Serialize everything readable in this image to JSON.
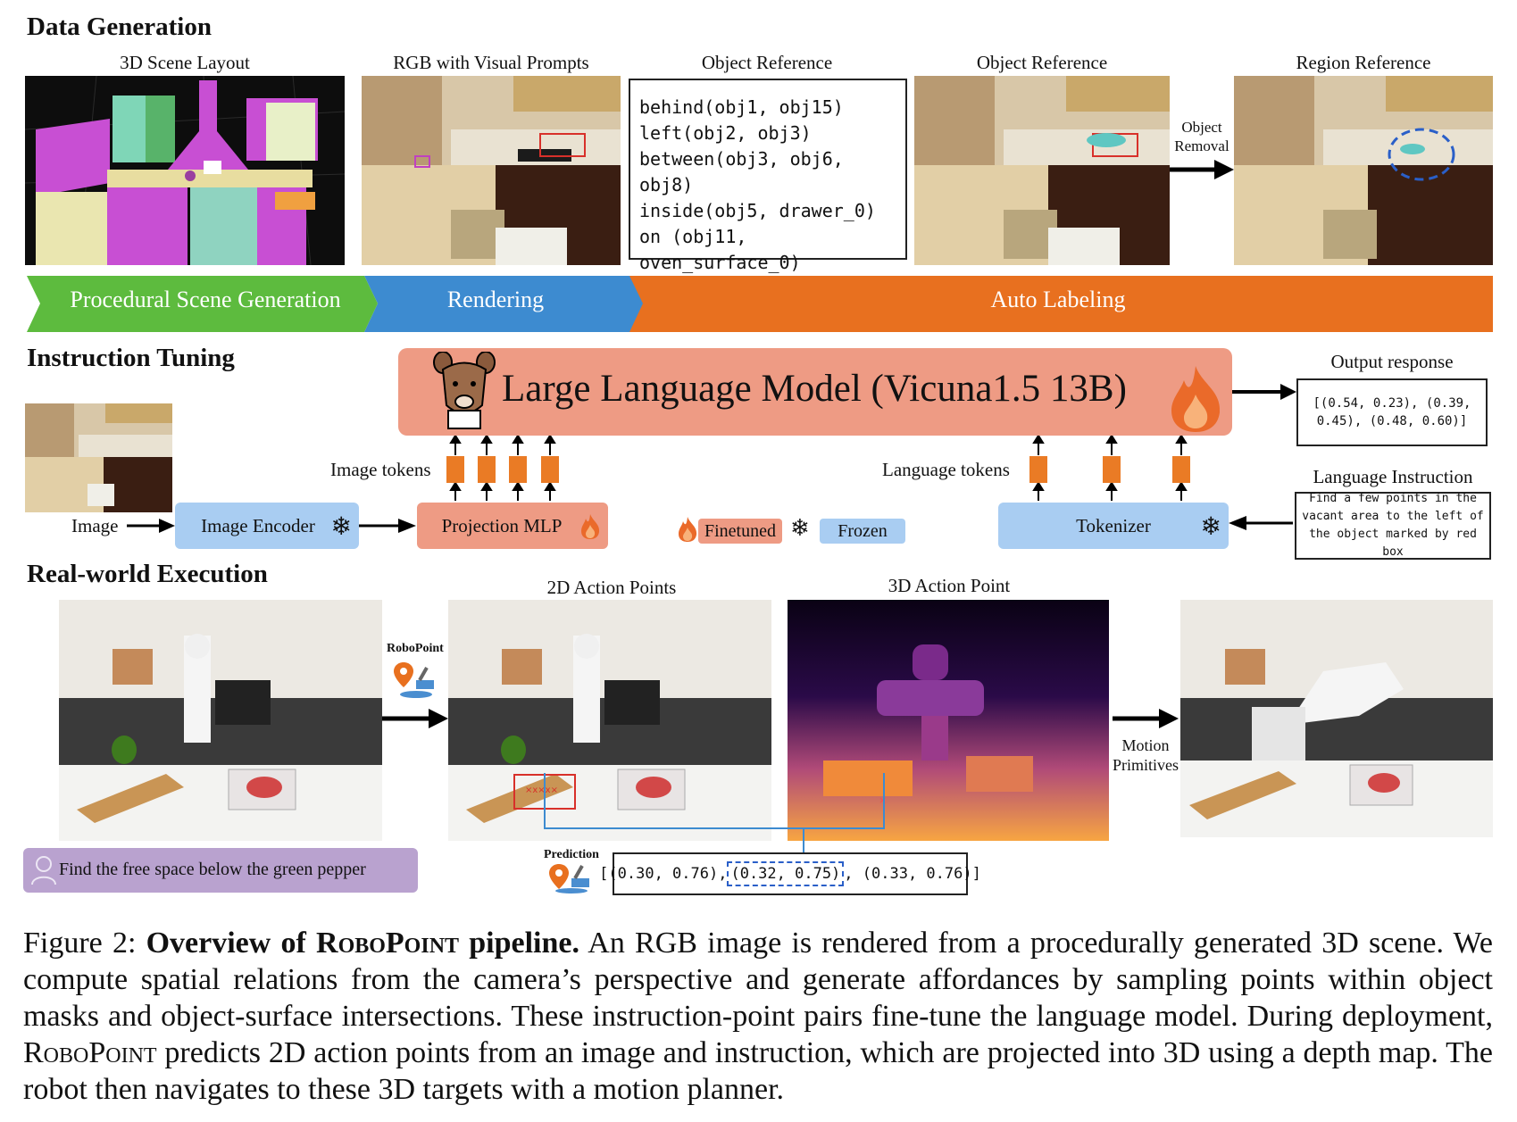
{
  "sections": {
    "data_generation": "Data Generation",
    "instruction_tuning": "Instruction Tuning",
    "real_world": "Real-world Execution"
  },
  "data_generation": {
    "panel_labels": [
      "3D Scene Layout",
      "RGB with Visual Prompts",
      "Object Reference",
      "Object Reference",
      "Region Reference"
    ],
    "object_reference_lines": [
      "behind(obj1, obj15)",
      "left(obj2, obj3)",
      "between(obj3, obj6, obj8)",
      "inside(obj5, drawer_0)",
      "on (obj11, oven_surface_0)",
      "..."
    ],
    "object_removal_label": [
      "Object",
      "Removal"
    ],
    "pipeline_stages": [
      "Procedural Scene Generation",
      "Rendering",
      "Auto Labeling"
    ]
  },
  "instruction_tuning": {
    "llm_label": "Large Language Model (Vicuna1.5 13B)",
    "output_response_title": "Output response",
    "output_response_text": "[(0.54, 0.23), (0.39, 0.45), (0.48, 0.60)]",
    "image_tokens_label": "Image tokens",
    "language_tokens_label": "Language tokens",
    "image_label": "Image",
    "image_encoder_label": "Image Encoder",
    "projection_mlp_label": "Projection MLP",
    "tokenizer_label": "Tokenizer",
    "legend_finetuned": "Finetuned",
    "legend_frozen": "Frozen",
    "language_instruction_title": "Language Instruction",
    "language_instruction_text": "Find a few points in the vacant area to the left of the object marked by red box"
  },
  "real_world": {
    "label_2d": "2D Action Points",
    "label_3d": "3D Action Point",
    "robopoint_label": "RoboPoint",
    "motion_primitives_label": [
      "Motion",
      "Primitives"
    ],
    "instruction": "Find the free space below the green pepper",
    "prediction_label": "Prediction",
    "prediction_points": [
      "[(0.30, 0.76),",
      "(0.32, 0.75)",
      ", (0.33, 0.76)]"
    ]
  },
  "caption": {
    "figure_no": "Figure 2:",
    "title_pre": "Overview of ",
    "title_name": "RoboPoint",
    "title_post": " pipeline.",
    "text_1": " An RGB image is rendered from a procedurally generated 3D scene. We compute spatial relations from the camera’s perspective and generate affordances by sampling points within object masks and object-surface intersections. These instruction-point pairs fine-tune the language model. During deployment, ",
    "text_name": "RoboPoint",
    "text_2": " predicts 2D action points from an image and instruction, which are projected into 3D using a depth map. The robot then navigates to these 3D targets with a motion planner."
  },
  "colors": {
    "green_stage": "#5dbb3e",
    "blue_stage": "#3d8bd0",
    "orange_stage": "#e8701f",
    "llm_box": "#ee9b84",
    "frozen_box": "#a9cdf2",
    "token": "#ea7b25",
    "instruction_bubble": "#b9a2cf"
  }
}
